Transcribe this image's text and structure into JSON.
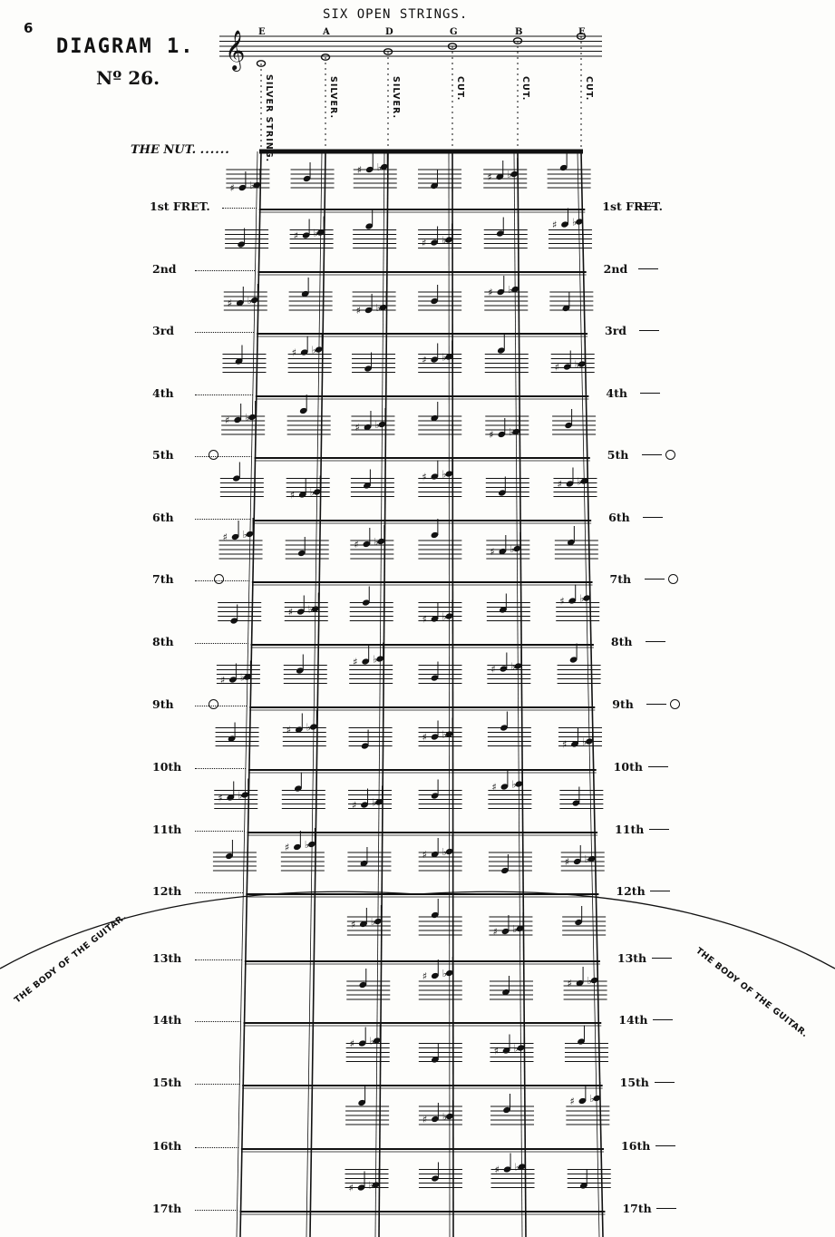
{
  "page_number": "6",
  "diagram_title": "DIAGRAM 1.",
  "diagram_number": "Nº 26.",
  "header": "SIX OPEN STRINGS.",
  "strings": [
    {
      "note": "E",
      "material": "SILVER STRING."
    },
    {
      "note": "A",
      "material": "SILVER."
    },
    {
      "note": "D",
      "material": "SILVER."
    },
    {
      "note": "G",
      "material": "CUT."
    },
    {
      "note": "B",
      "material": "CUT."
    },
    {
      "note": "E",
      "material": "CUT."
    }
  ],
  "nut_label": "THE NUT.",
  "frets": [
    {
      "left": "1st FRET.",
      "right": "1st FRET.",
      "marked": false
    },
    {
      "left": "2nd",
      "right": "2nd",
      "marked": false
    },
    {
      "left": "3rd",
      "right": "3rd",
      "marked": false
    },
    {
      "left": "4th",
      "right": "4th",
      "marked": false
    },
    {
      "left": "5th",
      "right": "5th",
      "marked": true
    },
    {
      "left": "6th",
      "right": "6th",
      "marked": false
    },
    {
      "left": "7th",
      "right": "7th",
      "marked": true
    },
    {
      "left": "8th",
      "right": "8th",
      "marked": false
    },
    {
      "left": "9th",
      "right": "9th",
      "marked": true
    },
    {
      "left": "10th",
      "right": "10th",
      "marked": false
    },
    {
      "left": "11th",
      "right": "11th",
      "marked": false
    },
    {
      "left": "12th",
      "right": "12th",
      "marked": false
    },
    {
      "left": "13th",
      "right": "13th",
      "marked": false
    },
    {
      "left": "14th",
      "right": "14th",
      "marked": false
    },
    {
      "left": "15th",
      "right": "15th",
      "marked": false
    },
    {
      "left": "16th",
      "right": "16th",
      "marked": false
    },
    {
      "left": "17th",
      "right": "17th",
      "marked": false
    }
  ],
  "body_label_left": "THE BODY OF THE GUITAR.",
  "body_label_right": "THE BODY OF THE GUITAR.",
  "ink_color": "#111111"
}
